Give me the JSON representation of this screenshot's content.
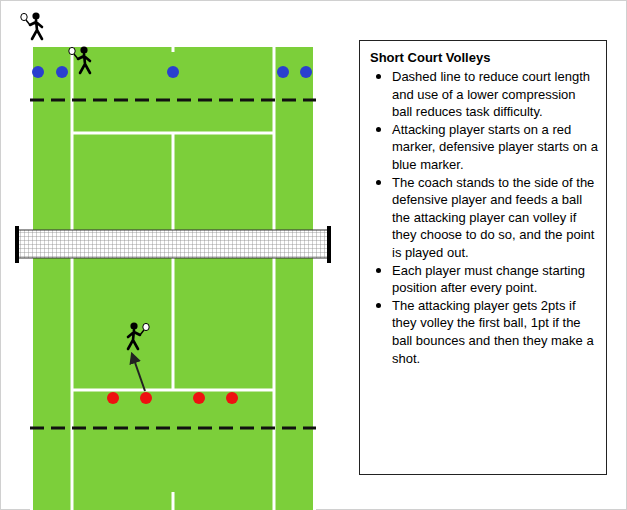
{
  "diagram": {
    "nodes": [
      {
        "text": [
          "Short Court Volleys",
          "Dashed line to reduce court length and use of a lower compression ball reduces task difficulty.",
          "Attacking player starts on a red marker, defensive player starts on a blue marker.",
          "The coach stands to the side of the defensive player and feeds a ball the attacking player can volley if they choose to do so, and the point is played out.",
          "Each player must change starting position after every point.",
          "The attacking player gets 2pts if they volley the first ball, 1pt if the ball bounces and then they make a shot."
        ]
      }
    ]
  }
}
